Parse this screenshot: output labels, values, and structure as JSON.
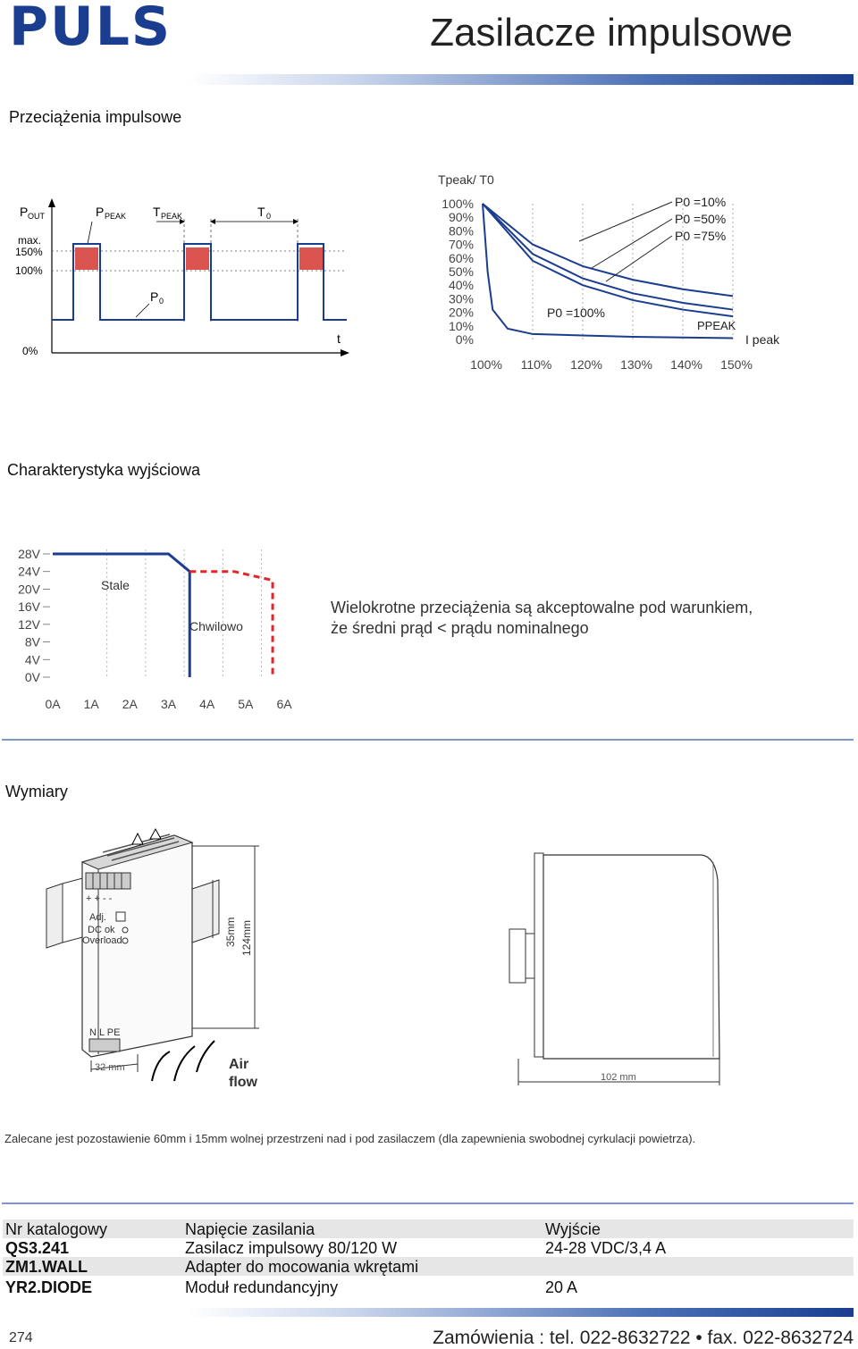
{
  "header": {
    "logo": "PULS",
    "title": "Zasilacze impulsowe"
  },
  "sections": {
    "overload": "Przeciążenia impulsowe",
    "characteristic": "Charakterystyka wyjściowa",
    "dimensions": "Wymiary"
  },
  "pulse_diagram": {
    "pout": "P",
    "pout_sub": "OUT",
    "max": "max.",
    "y150": "150%",
    "y100": "100%",
    "y0": "0%",
    "ppeak": "P",
    "ppeak_sub": "PEAK",
    "tpeak": "T",
    "tpeak_sub": "PEAK",
    "t0": "T",
    "t0_sub": "0",
    "p0": "P",
    "p0_sub": "0",
    "t": "t"
  },
  "chart_data": [
    {
      "type": "line",
      "title": "Tpeak/ T0",
      "xlabel": "I peak",
      "x": [
        "100%",
        "110%",
        "120%",
        "130%",
        "140%",
        "150%"
      ],
      "y_ticks": [
        "100%",
        "90%",
        "80%",
        "70%",
        "60%",
        "50%",
        "40%",
        "30%",
        "20%",
        "10%",
        "0%"
      ],
      "xlim": [
        100,
        150
      ],
      "ylim": [
        0,
        100
      ],
      "series": [
        {
          "name": "P0 =10%",
          "x": [
            100,
            110,
            120,
            130,
            140,
            150
          ],
          "y": [
            100,
            70,
            54,
            44,
            37,
            32
          ]
        },
        {
          "name": "P0 =50%",
          "x": [
            100,
            110,
            120,
            130,
            140,
            150
          ],
          "y": [
            100,
            63,
            45,
            34,
            27,
            22
          ]
        },
        {
          "name": "P0 =75%",
          "x": [
            100,
            110,
            120,
            130,
            140,
            150
          ],
          "y": [
            100,
            58,
            40,
            29,
            22,
            17
          ]
        },
        {
          "name": "P0 =100%",
          "x": [
            100,
            101,
            102,
            105,
            110,
            120,
            130,
            140,
            150
          ],
          "y": [
            100,
            50,
            22,
            8,
            4,
            3,
            2,
            1.5,
            1
          ]
        }
      ],
      "labels": {
        "p10": "P0 =10%",
        "p50": "P0 =50%",
        "p75": "P0 =75%",
        "p100": "P0 =100%",
        "ppeak": "PPEAK"
      }
    },
    {
      "type": "line",
      "x_ticks": [
        "0A",
        "1A",
        "2A",
        "3A",
        "4A",
        "5A",
        "6A"
      ],
      "y_ticks": [
        "28V",
        "24V",
        "20V",
        "16V",
        "12V",
        "8V",
        "4V",
        "0V"
      ],
      "xlim": [
        0,
        6
      ],
      "ylim": [
        0,
        28
      ],
      "series": [
        {
          "name": "Stale",
          "x": [
            0,
            3.0,
            3.55,
            3.55
          ],
          "y": [
            28,
            28,
            24,
            0
          ]
        },
        {
          "name": "Chwilowo",
          "x": [
            3.55,
            4.7,
            5.7,
            5.7
          ],
          "y": [
            24,
            24,
            22,
            0
          ]
        }
      ]
    }
  ],
  "char_note": {
    "line1": "Wielokrotne przeciążenia są akceptowalne pod warunkiem,",
    "line2": "że średni prąd < prądu nominalnego"
  },
  "dims": {
    "adj": "Adj.",
    "dcok": "DC ok",
    "overload": "Overload",
    "h35": "35mm",
    "h124": "124mm",
    "w32": "32 mm",
    "air": "Air",
    "flow": "flow",
    "nlpe": "N L PE",
    "w102": "102 mm",
    "plus": "+ +  -  -"
  },
  "note": "Zalecane jest pozostawienie 60mm i 15mm wolnej przestrzeni nad i pod zasilaczem (dla zapewnienia swobodnej cyrkulacji powietrza).",
  "table": {
    "headers": [
      "Nr katalogowy",
      "Napięcie zasilania",
      "Wyjście"
    ],
    "rows": [
      [
        "QS3.241",
        "Zasilacz impulsowy 80/120 W",
        "24-28 VDC/3,4 A"
      ],
      [
        "ZM1.WALL",
        "Adapter do mocowania wkrętami",
        ""
      ],
      [
        "YR2.DIODE",
        "Moduł redundancyjny",
        "20 A"
      ]
    ]
  },
  "footer": {
    "page": "274",
    "contact": "Zamówienia : tel. 022-8632722  • fax. 022-8632724"
  },
  "colors": {
    "brand": "#1a3d8f",
    "pulse": "#d9534f",
    "dashed": "#e0262b",
    "line": "#1a3d8f"
  }
}
